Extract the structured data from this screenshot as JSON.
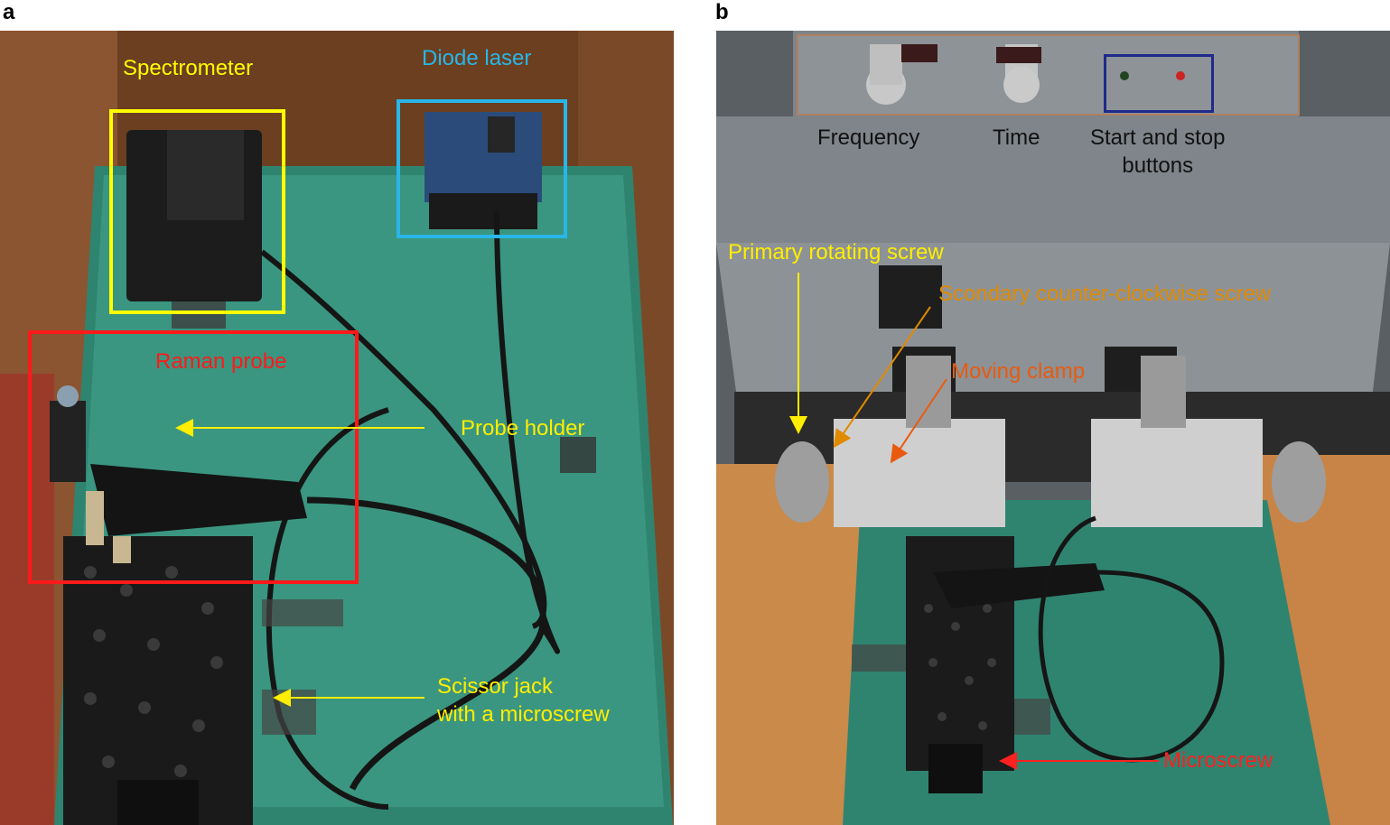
{
  "panels": {
    "a": {
      "letter": "a",
      "labels": {
        "spectrometer": "Spectrometer",
        "diode_laser": "Diode laser",
        "raman_probe": "Raman probe",
        "probe_holder": "Probe holder",
        "scissor_jack": "Scissor jack\nwith a microscrew"
      }
    },
    "b": {
      "letter": "b",
      "labels": {
        "frequency": "Frequency",
        "time": "Time",
        "start_stop": "Start and stop\nbuttons",
        "primary_screw": "Primary rotating screw",
        "secondary_screw": "Scondary counter-clockwise screw",
        "moving_clamp": "Moving clamp",
        "microscrew": "Microscrew"
      }
    }
  },
  "colors": {
    "spectrometer": "#ffff00",
    "diode_laser": "#29b6e8",
    "raman_probe": "#ff1a1a",
    "annotation_yellow": "#ffee00",
    "annotation_orange": "#e08a00",
    "annotation_red_orange": "#e85a10",
    "annotation_red": "#ff2020",
    "start_stop_box": "#1f2a8a",
    "panel_b_text": "#111111"
  }
}
